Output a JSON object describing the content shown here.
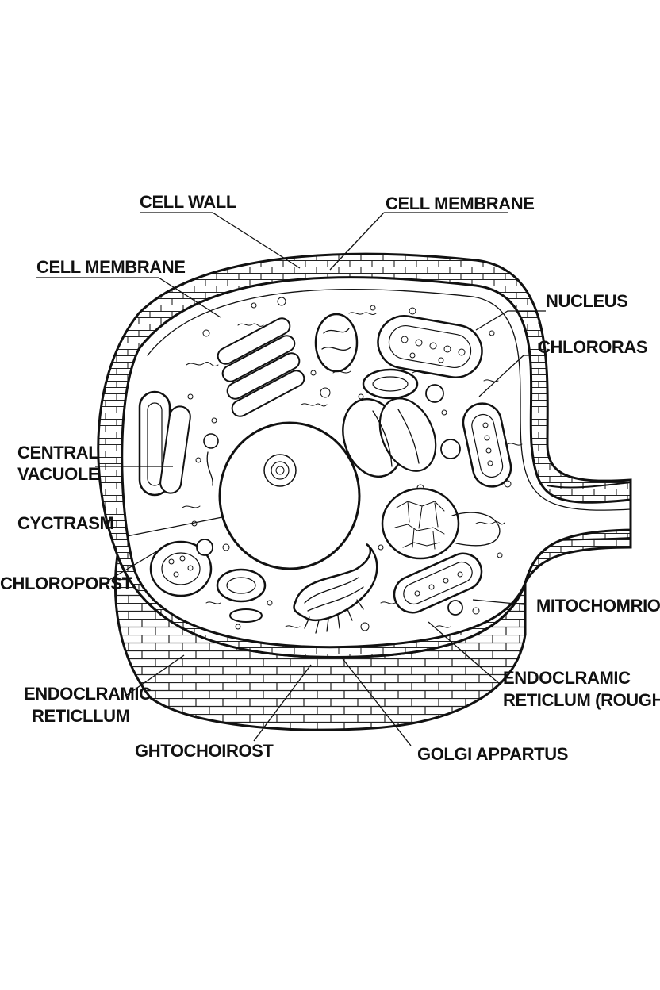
{
  "labels": {
    "cell_wall": "CELL WALL",
    "cell_membrane_top": "CELL MEMBRANE",
    "cell_membrane_left": "CELL MEMBRANE",
    "nucleus": "NUCLEUS",
    "chloroplas_right": "CHLORORAS",
    "central_vacuole_1": "CENTRAL",
    "central_vacuole_2": "VACUOLE",
    "cytoplasm": "CYCTRASM",
    "chloroplast_left": "CHLOROPORST",
    "mitochondrion": "MITOCHOMRION",
    "er_left_1": "ENDOCLRAMIC",
    "er_left_2": "RETICLLUM",
    "er_right_1": "ENDOCLRAMIC",
    "er_right_2": "RETICLUM (ROUGH)",
    "ghtochoirost": "GHTOCHOIROST",
    "golgi": "GOLGI APPARTUS"
  },
  "colors": {
    "ink": "#111111",
    "background": "#ffffff"
  }
}
